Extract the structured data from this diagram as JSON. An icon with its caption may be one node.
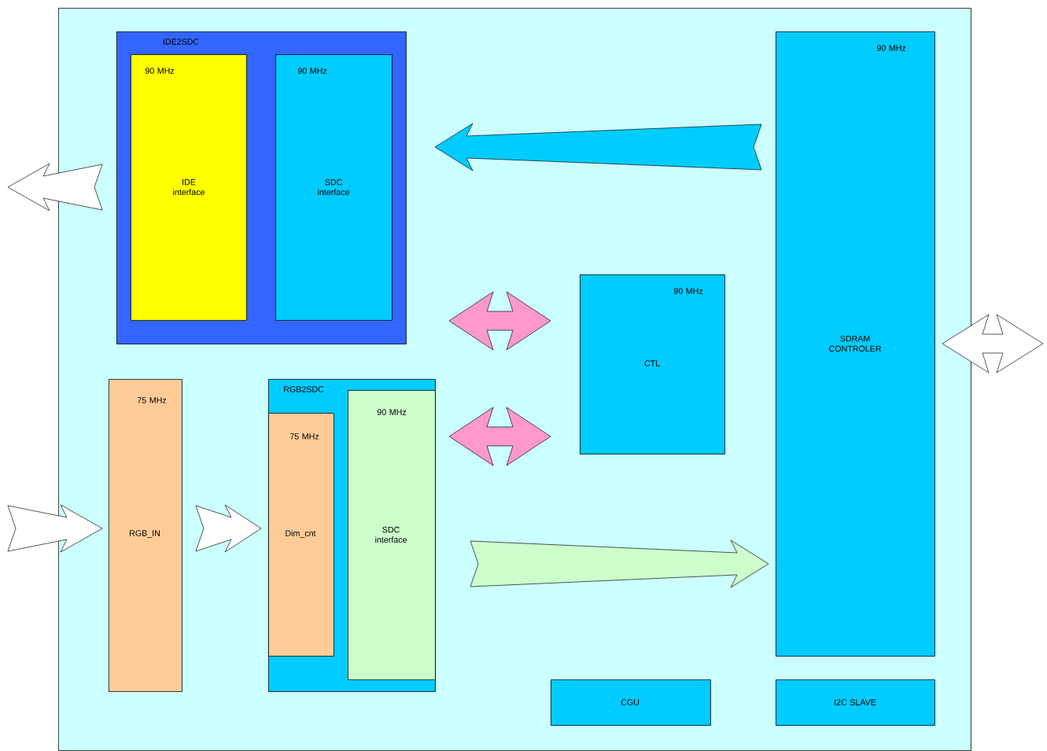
{
  "diagram": {
    "nodes": [
      {
        "text": [],
        "shape": "box"
      },
      {
        "text": [
          "IDE2SDC"
        ],
        "in": 0
      },
      {
        "text": [
          "90 MHz",
          "IDE interface"
        ],
        "in": 1
      },
      {
        "text": [
          "90 MHz",
          "SDC interface"
        ],
        "in": 1
      },
      {
        "text": [
          "90 MHz",
          "SDRAM CONTROLER"
        ],
        "in": 0
      },
      {
        "text": [
          "90 MHz",
          "CTL"
        ],
        "in": 0
      },
      {
        "text": [
          "75 MHz",
          "RGB_IN"
        ],
        "in": 0
      },
      {
        "text": [
          "RGB2SDC"
        ],
        "in": 0
      },
      {
        "text": [
          "75 MHz",
          "Dim_cnt"
        ],
        "in": 7
      },
      {
        "text": [
          "90 MHz",
          "SDC interface"
        ],
        "in": 7
      },
      {
        "text": [
          "CGU"
        ],
        "in": 0
      },
      {
        "text": [
          "I2C SLAVE"
        ],
        "in": 0
      }
    ],
    "edges": [
      {
        "from": 4,
        "to": 1,
        "arrow": "to",
        "color": "#00ccff"
      },
      {
        "from": 1,
        "to": null,
        "arrow": "to"
      },
      {
        "from": 1,
        "to": 5,
        "arrow": "both",
        "color": "#ff99cc"
      },
      {
        "from": 7,
        "to": 5,
        "arrow": "both",
        "color": "#ff99cc"
      },
      {
        "from": 4,
        "to": null,
        "arrow": "both"
      },
      {
        "from": null,
        "to": 6,
        "arrow": "to"
      },
      {
        "from": 6,
        "to": 7,
        "arrow": "to"
      },
      {
        "from": 9,
        "to": 4,
        "arrow": "to",
        "color": "#ccffcc"
      }
    ]
  }
}
